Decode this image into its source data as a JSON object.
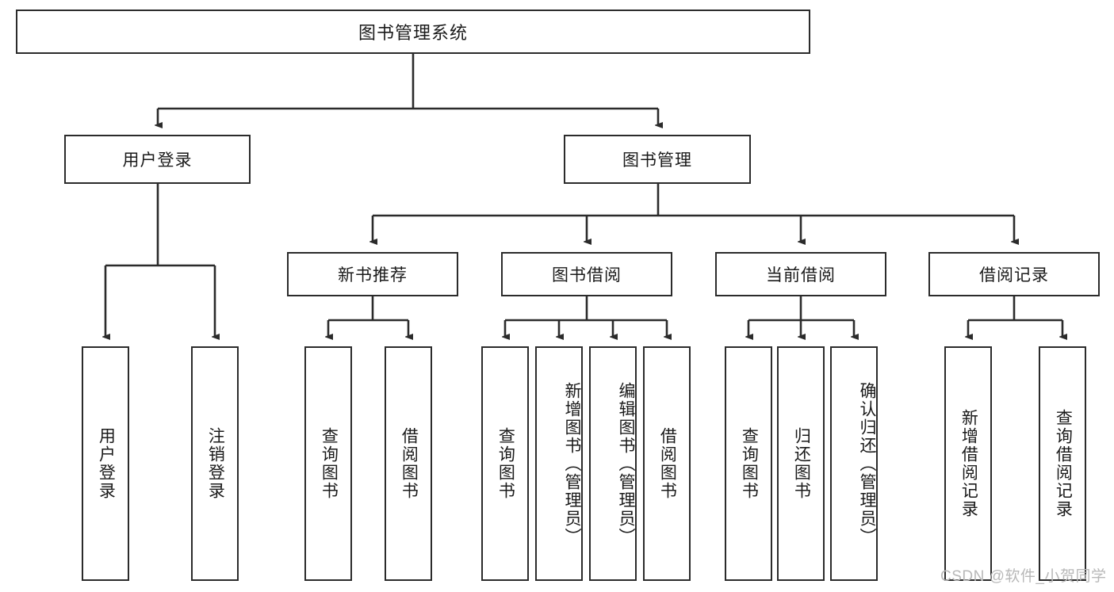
{
  "diagram": {
    "title": "图书管理系统",
    "root": {
      "id": "root",
      "label": "图书管理系统"
    },
    "level2": [
      {
        "id": "user-login",
        "label": "用户登录"
      },
      {
        "id": "book-manage",
        "label": "图书管理"
      }
    ],
    "level3": [
      {
        "id": "new-book-recommend",
        "label": "新书推荐"
      },
      {
        "id": "book-borrow",
        "label": "图书借阅"
      },
      {
        "id": "current-borrow",
        "label": "当前借阅"
      },
      {
        "id": "borrow-record",
        "label": "借阅记录"
      }
    ],
    "leaves": {
      "user_login": [
        {
          "id": "leaf-user-login",
          "label": "用户登录"
        },
        {
          "id": "leaf-logout",
          "label": "注销登录"
        }
      ],
      "new_book_recommend": [
        {
          "id": "leaf-query-book-1",
          "label": "查询图书"
        },
        {
          "id": "leaf-borrow-book-1",
          "label": "借阅图书"
        }
      ],
      "book_borrow": [
        {
          "id": "leaf-query-book-2",
          "label": "查询图书"
        },
        {
          "id": "leaf-add-book",
          "label": "新增图书（管理员）"
        },
        {
          "id": "leaf-edit-book",
          "label": "编辑图书（管理员）"
        },
        {
          "id": "leaf-borrow-book-2",
          "label": "借阅图书"
        }
      ],
      "current_borrow": [
        {
          "id": "leaf-query-book-3",
          "label": "查询图书"
        },
        {
          "id": "leaf-return-book",
          "label": "归还图书"
        },
        {
          "id": "leaf-confirm-return",
          "label": "确认归还（管理员）"
        }
      ],
      "borrow_record": [
        {
          "id": "leaf-add-record",
          "label": "新增借阅记录"
        },
        {
          "id": "leaf-query-record",
          "label": "查询借阅记录"
        }
      ]
    }
  },
  "watermark": {
    "text": "CSDN @软件_小贺同学"
  },
  "colors": {
    "stroke": "#2b2b2b",
    "background": "#ffffff",
    "text": "#1a1a1a",
    "watermark": "#b8b8b8"
  }
}
